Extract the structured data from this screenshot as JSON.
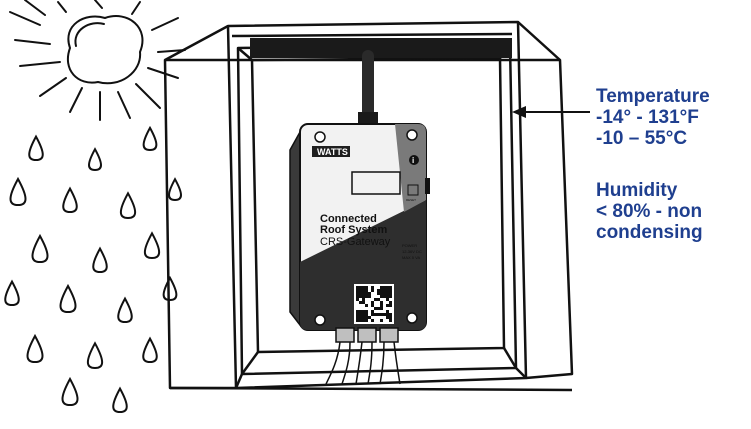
{
  "specs": {
    "temperature": {
      "heading": "Temperature",
      "range_f": "-14° - 131°F",
      "range_c": "-10 – 55°C"
    },
    "humidity": {
      "heading": "Humidity",
      "line1": "< 80% - non",
      "line2": "condensing"
    }
  },
  "device": {
    "brand": "WATTS",
    "name_line1": "Connected",
    "name_line2": "Roof System",
    "model": "CRS-Gateway",
    "power_label": "POWER",
    "power_detail1": "12-36V DC",
    "power_detail2": "MAX 5 VA",
    "info_label": "i",
    "reset_label": "RESET"
  },
  "colors": {
    "spec_text": "#1f3f8f",
    "outline": "#111111",
    "device_dark": "#2e2e2e"
  },
  "icons": [
    "sun-icon",
    "raindrop-icon",
    "arrow-icon",
    "antenna-icon",
    "qr-code-icon"
  ]
}
